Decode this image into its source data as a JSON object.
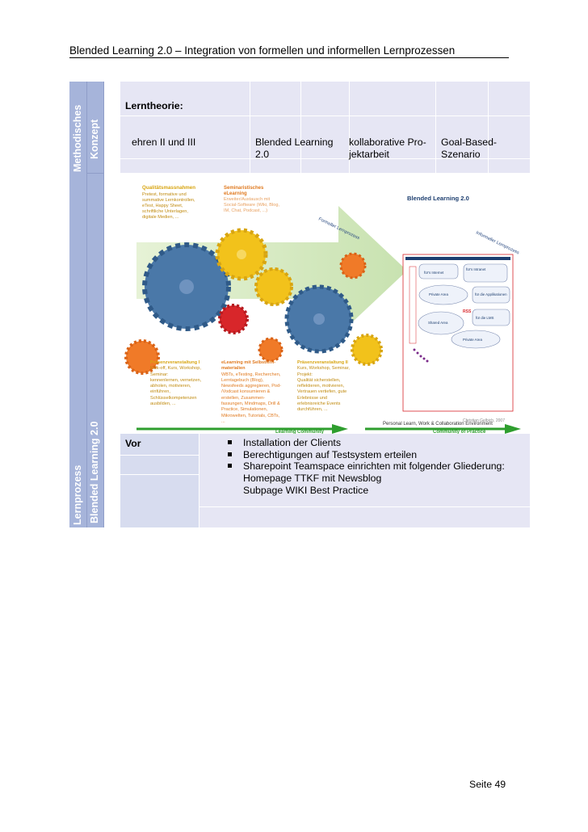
{
  "header": {
    "title": "Blended Learning 2.0 – Integration von formellen und informellen Lernprozessen"
  },
  "left_labels": {
    "methodisches": "Methodisches",
    "konzept": "Konzept",
    "lernprozess": "Lernprozess",
    "blended": "Blended Learning 2.0"
  },
  "top_cells": {
    "lerntheorie": "Lerntheorie:",
    "col1": "ehren II und III",
    "col2_line1": "Blended   Learning",
    "col2_line2": "2.0",
    "col3_line1": "kollaborative   Pro-",
    "col3_line2": "jektarbeit",
    "col4_line1": "Goal-Based-",
    "col4_line2": "Szenario"
  },
  "figure": {
    "title": "Blended Learning 2.0",
    "formeller": "Formeller Lernprozess",
    "informeller": "Informeller Lernprozess",
    "learning_community": "Learning Community",
    "community_practice": "Community of Practice",
    "ple": "Personal Learn, Work & Collaboration Environment",
    "credit": "Christian Gelbich, 2007",
    "q_title": "Qualitätsmassnahmen",
    "q_lines": [
      "Pretest, formative und",
      "summative Lernkontrollen,",
      "eTest, Happy Sheet,",
      "schriftliche Unterlagen,",
      "digitale Medien, ..."
    ],
    "s_title1": "Seminaristisches",
    "s_title2": "eLearning",
    "s_lines": [
      "Erweiter/Austausch mit",
      "Social-Software (Wiki, Blog,",
      "IM, Chat, Podcast, ...)"
    ],
    "p1_title": "Präsenzveranstaltung I",
    "p1_lines": [
      "Kick-off, Kurs, Workshop,",
      "Seminar:",
      "kennenlernen, vernetzen,",
      "abholen, motivieren,",
      "einführen,",
      "Schlüsselkompetenzen",
      "ausbilden, ..."
    ],
    "e_title1": "eLearning mit Selbstlern-",
    "e_title2": "materialien",
    "e_lines": [
      "WBTs, eTesting, Recherchen,",
      "Lerntagebuch (Blog),",
      "Newsfeeds aggregieren, Pod-",
      "/Vodcast konsumieren &",
      "erstellen, Zusammen-",
      "fassungen, Mindmaps,  Drill &",
      "Practice, Simulationen,",
      "Mikrowelten, Tutorials, CBTs,",
      "..."
    ],
    "p2_title": "Präsenzveranstaltung II",
    "p2_lines": [
      "Kurs, Workshop, Seminar,",
      "Projekt:",
      "Qualität sicherstellen,",
      "reflektieren, motivieren,",
      "Vertrauen vertiefen,  gute",
      "Erlebnisse und",
      "erlebnisreiche Events",
      "durchführen, ..."
    ],
    "inset": {
      "l1": "für's Internet",
      "l2": "für's Intranet",
      "l3": "Private Area",
      "l4": "RSS",
      "l5": "Shared Area",
      "l6": "für die Applikationen",
      "l7": "für die LMS",
      "l8": "Private Area"
    }
  },
  "bottom": {
    "vor": "Vor",
    "bullets": [
      "Installation der Clients",
      "Berechtigungen auf Testsystem erteilen",
      "Sharepoint Teamspace einrichten mit folgender Gliederung:"
    ],
    "sub": [
      "Homepage TTKF mit Newsblog",
      "Subpage WIKI Best Practice"
    ]
  },
  "footer": {
    "page": "Seite 49"
  },
  "colors": {
    "left_col": "#a6b4da",
    "cell_bg": "#e6e6f4",
    "gear_blue": "#4a78a8",
    "gear_orange": "#f07a28",
    "gear_yellow": "#f2c21b",
    "gear_red": "#d8262a",
    "arrow_green": "#2e9e2e"
  }
}
